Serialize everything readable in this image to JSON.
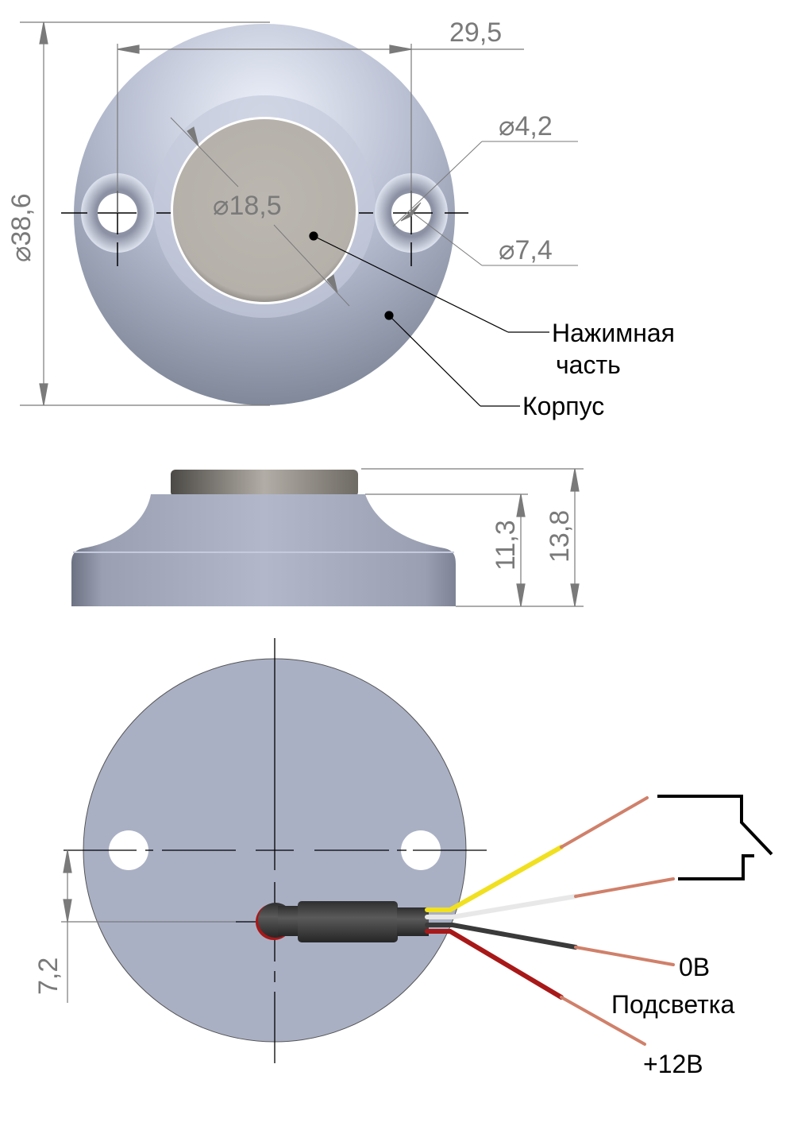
{
  "top_view": {
    "dims": {
      "overall_diameter": "38,6",
      "hole_spacing": "29,5",
      "button_diameter": "18,5",
      "hole_inner_diameter": "4,2",
      "hole_outer_diameter": "7,4",
      "diameter_symbol": "⌀"
    },
    "callouts": {
      "button_line1": "Нажимная",
      "button_line2": "часть",
      "body": "Корпус"
    }
  },
  "side_view": {
    "dims": {
      "body_height": "11,3",
      "total_height": "13,8"
    }
  },
  "bottom_view": {
    "dims": {
      "cable_offset": "7,2"
    },
    "wires": [
      {
        "color_name": "yellow",
        "color": "#f0e020",
        "label": ""
      },
      {
        "color_name": "white",
        "color": "#e8e8e8",
        "label": ""
      },
      {
        "color_name": "black",
        "color": "#3a3a3a",
        "label": "0В"
      },
      {
        "color_name": "red",
        "color": "#a81818",
        "label": "+12В"
      }
    ],
    "labels": {
      "zero_volt": "0В",
      "backlight": "Подсветка",
      "plus_12v": "+12В"
    },
    "switch_symbol": "normally-open contact"
  },
  "colors": {
    "body": "#aab0c4",
    "button": "#b8b4ae",
    "dimension": "#7a7a7a",
    "copper": "#d0806a"
  }
}
